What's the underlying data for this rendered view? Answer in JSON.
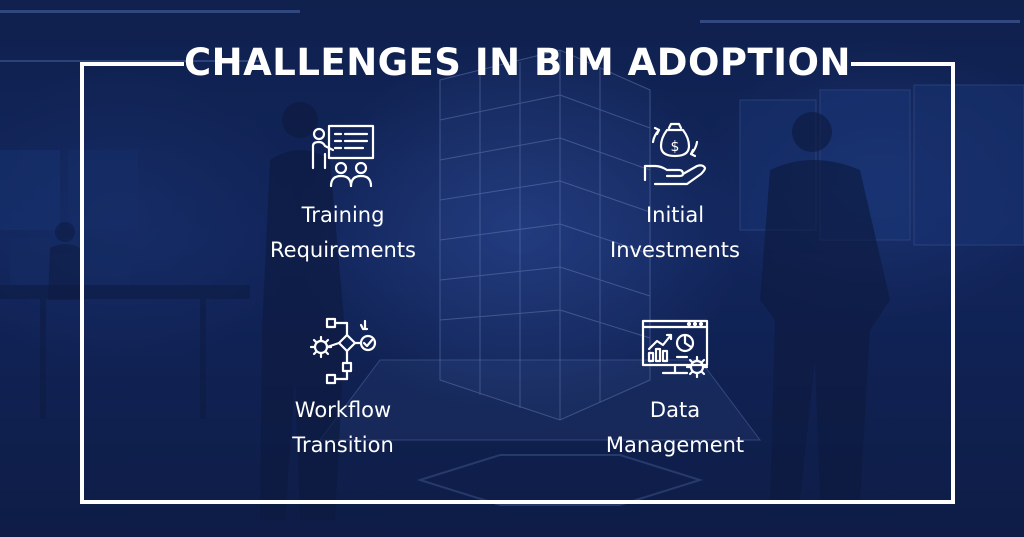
{
  "title": "CHALLENGES IN BIM ADOPTION",
  "items": [
    {
      "line1": "Training",
      "line2": "Requirements",
      "icon": "presentation-training-icon"
    },
    {
      "line1": "Initial",
      "line2": "Investments",
      "icon": "hand-money-investment-icon"
    },
    {
      "line1": "Workflow",
      "line2": "Transition",
      "icon": "workflow-gear-icon"
    },
    {
      "line1": "Data",
      "line2": "Management",
      "icon": "data-dashboard-icon"
    }
  ],
  "colors": {
    "text": "#ffffff",
    "frame": "#ffffff",
    "background": "#12265a"
  }
}
